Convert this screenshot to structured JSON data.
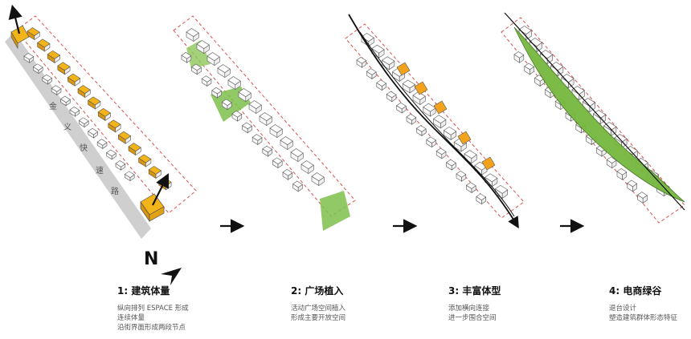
{
  "diagram": {
    "road_label_chars": [
      "金",
      "义",
      "快",
      "速",
      "路"
    ],
    "north_label": "N",
    "colors": {
      "building_fill": "#ffffff",
      "building_stroke": "#555555",
      "highlight_orange": "#f2a31b",
      "green_space": "#7dbf4a",
      "road_gray": "#c8c8c8",
      "boundary_red": "#d9534f",
      "arrow_black": "#111111"
    },
    "steps": [
      {
        "title": "1: 建筑体量",
        "lines": [
          "纵向排列 ESPACE 形成",
          "连续体量",
          "沿街界面形成两段节点"
        ]
      },
      {
        "title": "2: 广场植入",
        "lines": [
          "活动广场空间植入",
          "形成主要开放空间"
        ]
      },
      {
        "title": "3: 丰富体型",
        "lines": [
          "添加横向连接",
          "进一步围合空间"
        ]
      },
      {
        "title": "4: 电商绿谷",
        "lines": [
          "退台设计",
          "塑造建筑群体形态特征"
        ]
      }
    ]
  }
}
